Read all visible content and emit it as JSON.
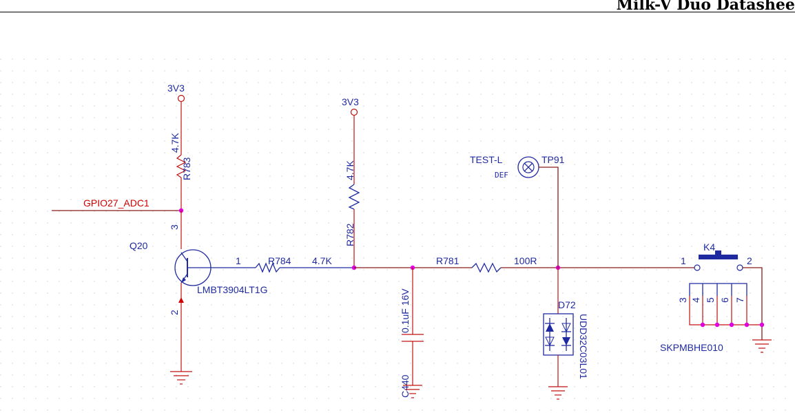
{
  "header": {
    "title": "Milk-V Duo Datasheet"
  },
  "power": {
    "left": "3V3",
    "mid": "3V3"
  },
  "net": {
    "gpio": "GPIO27_ADC1"
  },
  "q20": {
    "ref": "Q20",
    "part": "LMBT3904LT1G",
    "pin_base": "1",
    "pin_collector": "3",
    "pin_emitter": "2"
  },
  "r783": {
    "ref": "R783",
    "value": "4.7K"
  },
  "r782": {
    "ref": "R782",
    "value": "4.7K"
  },
  "r784": {
    "ref": "R784",
    "value": "4.7K",
    "pin": "1"
  },
  "r781": {
    "ref": "R781",
    "value": "100R"
  },
  "c440": {
    "ref": "C440",
    "value": "0.1uF 16V"
  },
  "tp91": {
    "ref": "TP91",
    "label": "TEST-L",
    "sub": "DEF"
  },
  "d72": {
    "ref": "D72",
    "part": "UDD32C03L01"
  },
  "k4": {
    "ref": "K4",
    "part": "SKPMBHE010",
    "pin1": "1",
    "pin2": "2",
    "pin3": "3",
    "pin4": "4",
    "pin5": "5",
    "pin6": "6",
    "pin7": "7"
  }
}
